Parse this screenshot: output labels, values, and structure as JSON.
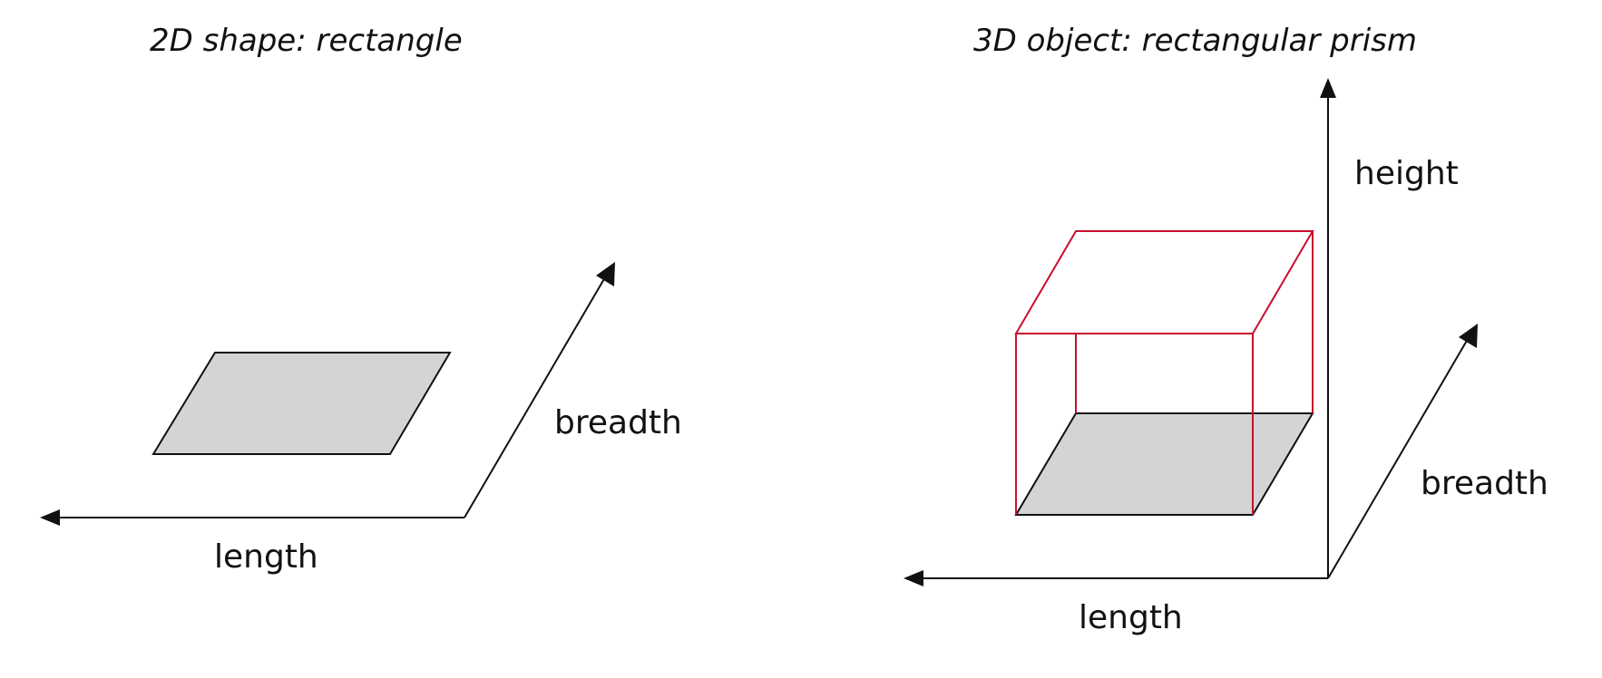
{
  "left_panel": {
    "title": "2D shape: rectangle",
    "length_label": "length",
    "breadth_label": "breadth"
  },
  "right_panel": {
    "title": "3D object: rectangular prism",
    "length_label": "length",
    "breadth_label": "breadth",
    "height_label": "height"
  },
  "colors": {
    "axis": "#111111",
    "base_fill": "#d3d4d5",
    "prism_edge": "#c8102e"
  }
}
